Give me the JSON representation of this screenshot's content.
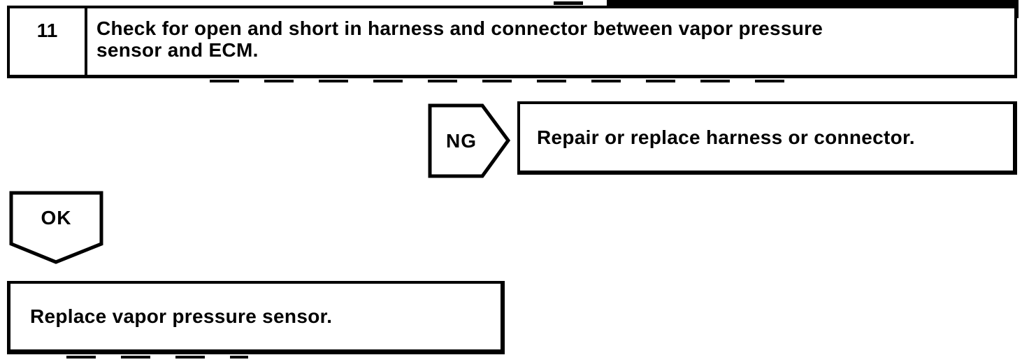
{
  "page": {
    "colors": {
      "ink": "#000000",
      "paper": "#ffffff"
    }
  },
  "step": {
    "number": "11",
    "instruction_lines": [
      "Check for open and short in harness and connector between vapor pressure",
      "sensor and ECM."
    ],
    "instruction": "Check for open and short in harness and connector between vapor pressure sensor and ECM."
  },
  "ng_branch": {
    "label": "NG",
    "action": "Repair or replace harness or connector."
  },
  "ok_branch": {
    "label": "OK",
    "action": "Replace vapor pressure sensor."
  }
}
